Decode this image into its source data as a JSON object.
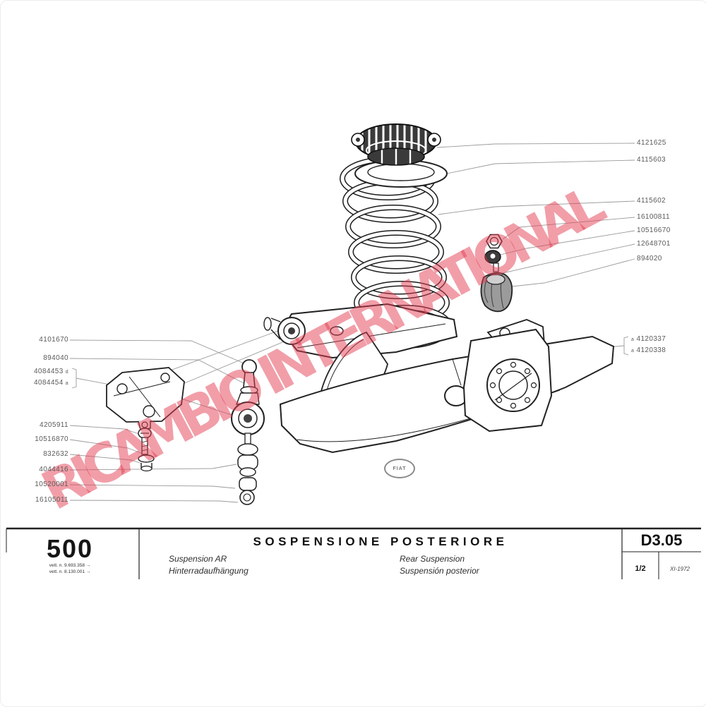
{
  "watermark": {
    "text": "RICAMBIO INTERNATIONAL",
    "color": "#e43e52"
  },
  "diagram": {
    "badge": "FIAT"
  },
  "labels": {
    "right": [
      "4121625",
      "4115603",
      "4115602",
      "16100811",
      "10516670",
      "12648701",
      "894020"
    ],
    "right_pair": [
      {
        "prefix": "a",
        "number": "4120337"
      },
      {
        "prefix": "a",
        "number": "4120338"
      }
    ],
    "left_top": [
      "4101670",
      "894040"
    ],
    "left_pair": [
      {
        "number": "4084453",
        "suffix": "d"
      },
      {
        "number": "4084454",
        "suffix": "a"
      }
    ],
    "left_bottom": [
      "4205911",
      "10516870",
      "832632",
      "4044416",
      "10520001",
      "16105011"
    ]
  },
  "footer": {
    "model": "500",
    "notes": [
      "vett. n. 9.693.358 →",
      "vett. n. 8.130.001 →"
    ],
    "title": "SOSPENSIONE POSTERIORE",
    "lang_left": [
      "Suspension AR",
      "Hinterradaufhängung"
    ],
    "lang_right": [
      "Rear Suspension",
      "Suspensión posterior"
    ],
    "code": "D3.05",
    "page": "1/2",
    "issue": "XI-1972"
  }
}
